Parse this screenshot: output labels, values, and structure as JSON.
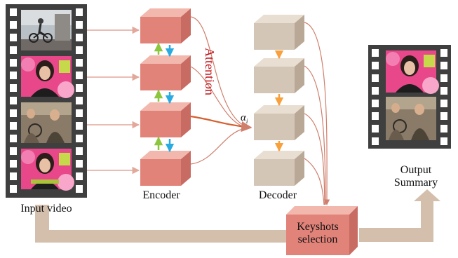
{
  "labels": {
    "input_video": "Input video",
    "encoder": "Encoder",
    "decoder": "Decoder",
    "attention": "Attention",
    "alpha": "α",
    "alpha_sub": "i",
    "output_line1": "Output",
    "output_line2": "Summary",
    "keyshots_line1": "Keyshots",
    "keyshots_line2": "selection"
  },
  "colors": {
    "film_strip": "#3f3f3f",
    "sprocket_hole": "#ffffff",
    "encoder_front": "#e2837a",
    "encoder_top": "#f2b8ae",
    "encoder_side": "#c86b63",
    "decoder_front": "#d4c6b6",
    "decoder_top": "#e9ded2",
    "decoder_side": "#b9a896",
    "arrow_green": "#8cc63f",
    "arrow_blue": "#29abe2",
    "arrow_orange": "#f7a03c",
    "input_connector": "#e3a79b",
    "attention_curves": "#d07f6c",
    "attention_text": "#c0141a",
    "wide_arrow": "#d4bfac",
    "keyshots_box": "#e2837a"
  },
  "frames": {
    "input": [
      "bmx-rider-frame-icon",
      "woman-pink-background-frame-icon",
      "two-people-workshop-frame-icon",
      "woman-pink-background-frame-icon"
    ],
    "output": [
      "woman-pink-background-frame-icon",
      "two-people-workshop-frame-icon"
    ]
  }
}
